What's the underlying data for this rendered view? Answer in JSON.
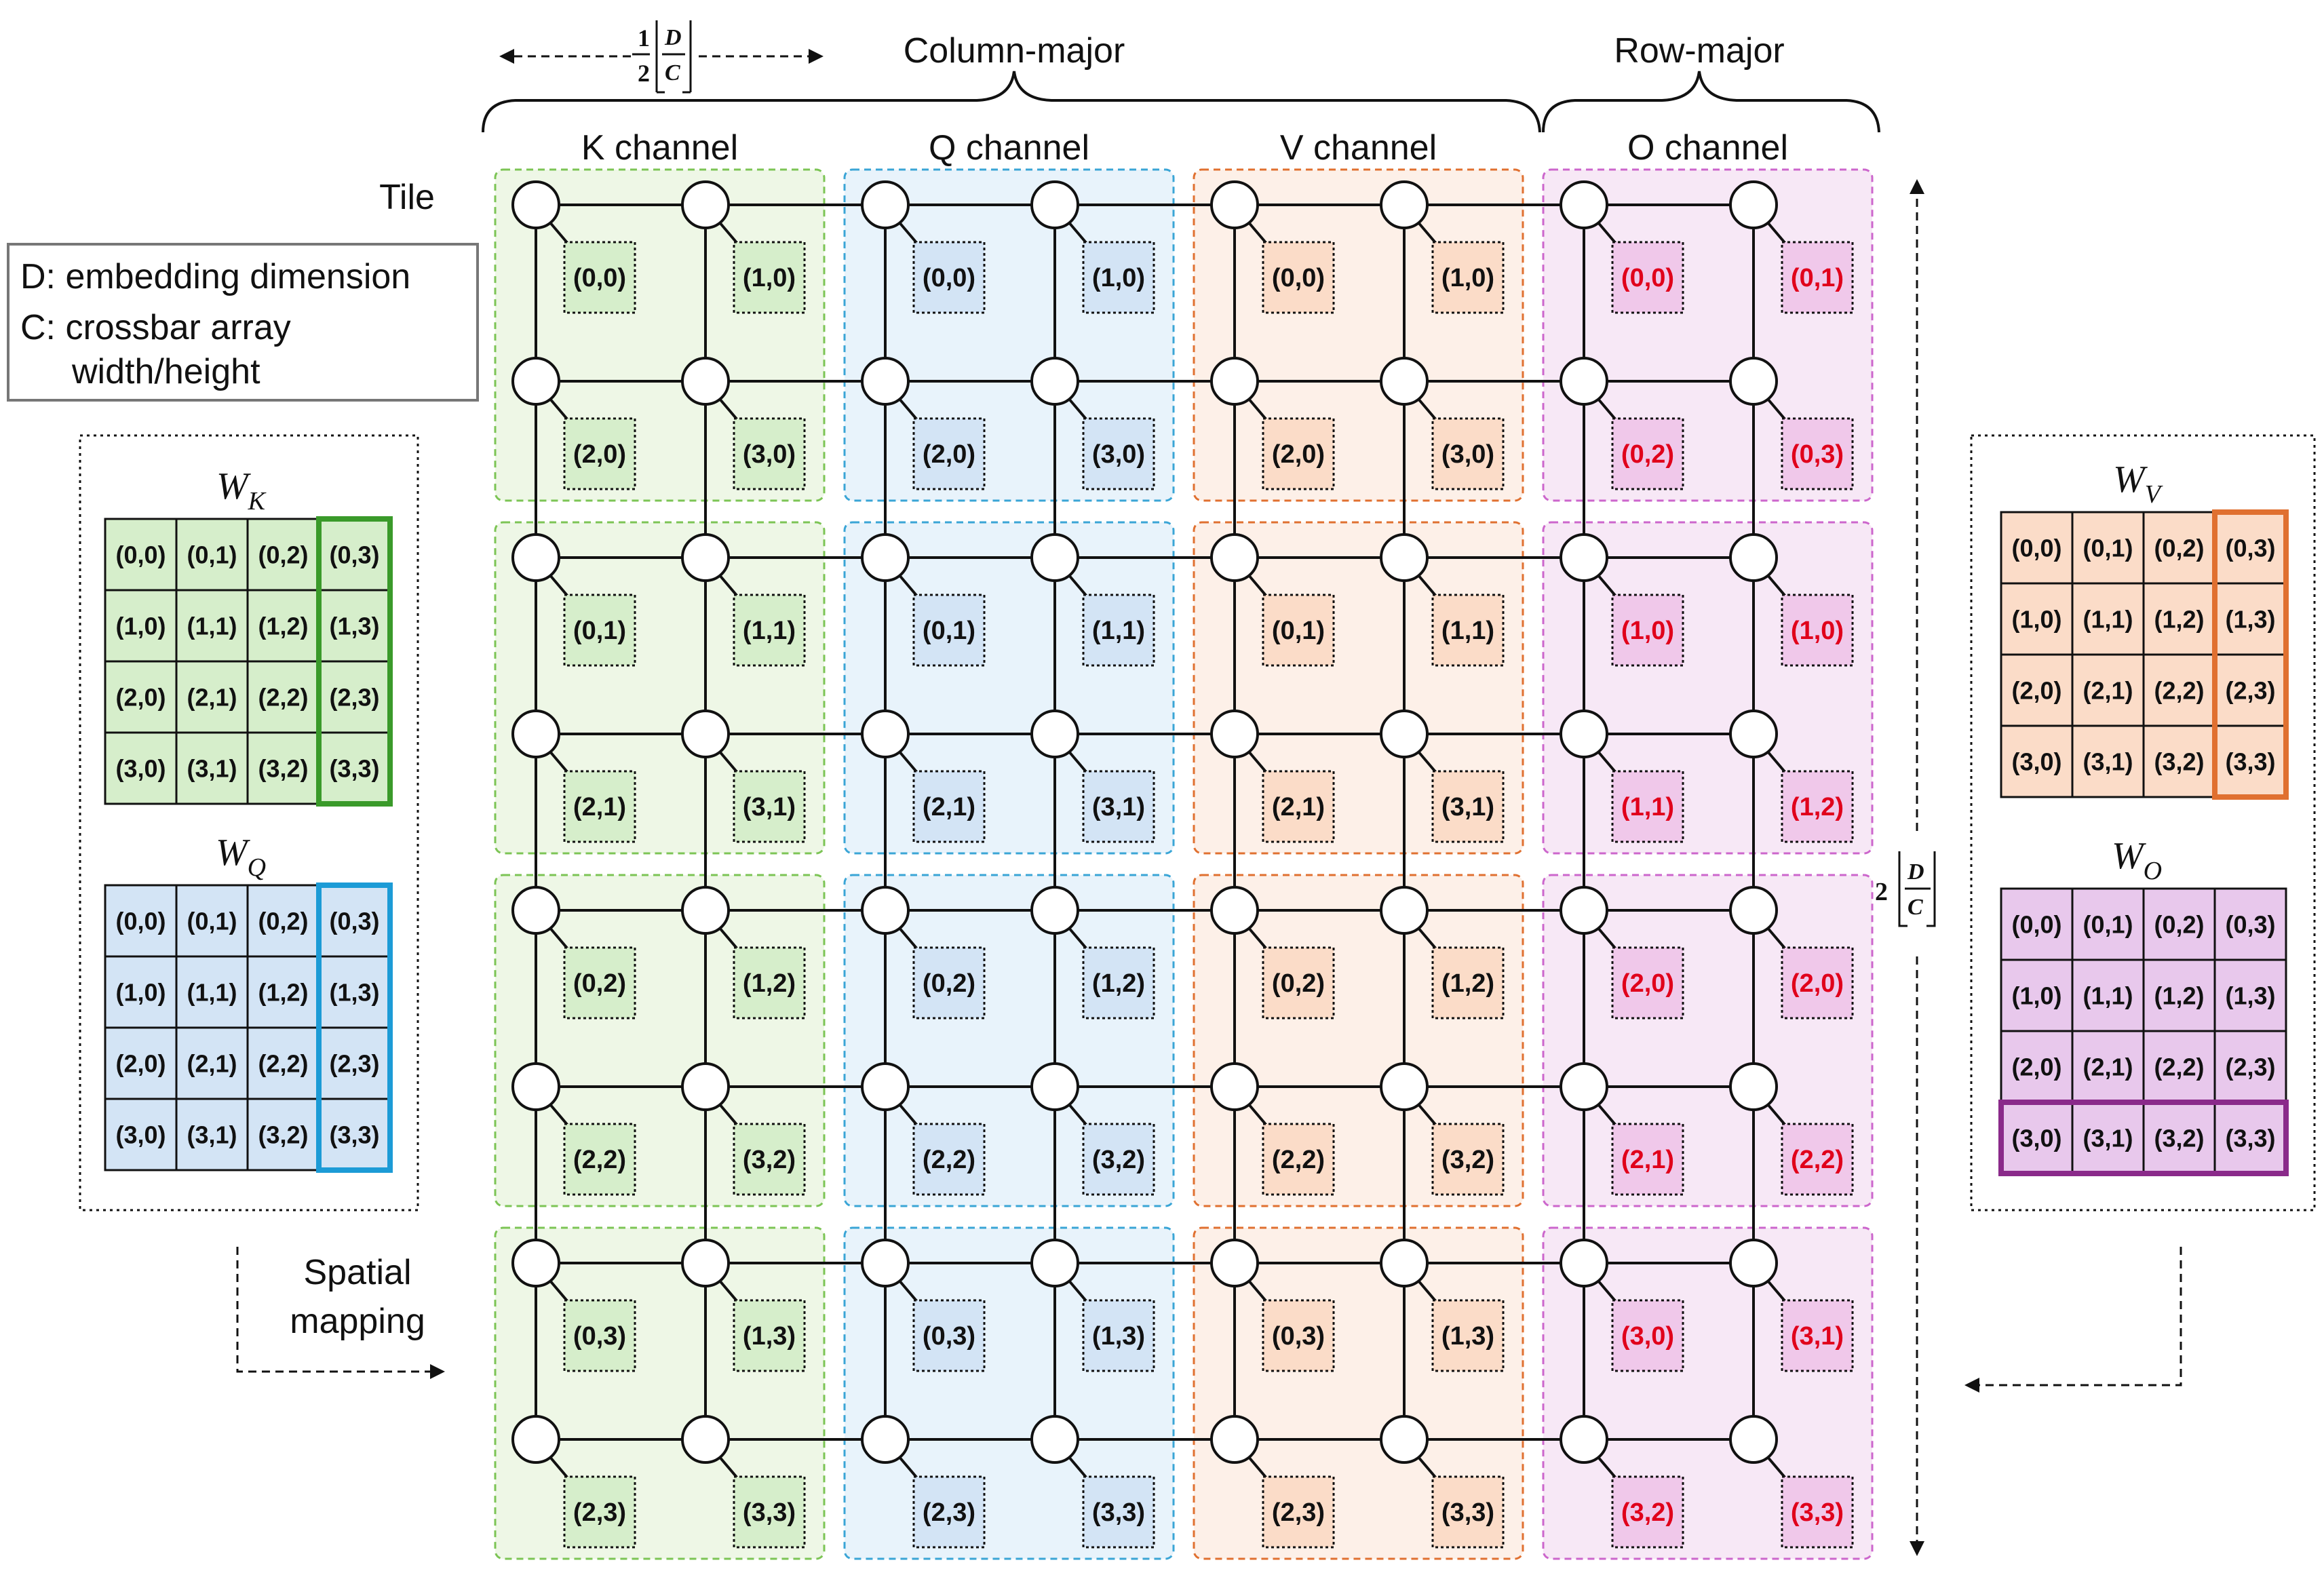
{
  "header": {
    "fraction_label": "1/2⌈D/C⌉",
    "column_major": "Column-major",
    "row_major": "Row-major",
    "tile": "Tile",
    "vertical_label": "2⌈D/C⌉"
  },
  "legend": {
    "line1": "D: embedding dimension",
    "line2": "C: crossbar array",
    "line3": "width/height"
  },
  "spatial_mapping": {
    "line1": "Spatial",
    "line2": "mapping"
  },
  "channels": [
    {
      "name": "K channel",
      "fill": "#eef7e6",
      "border": "#7cc455",
      "cell_fill": "#d6eecb",
      "red_text": false,
      "cells": [
        "(0,0)",
        "(1,0)",
        "(2,0)",
        "(3,0)",
        "(0,1)",
        "(1,1)",
        "(2,1)",
        "(3,1)",
        "(0,2)",
        "(1,2)",
        "(2,2)",
        "(3,2)",
        "(0,3)",
        "(1,3)",
        "(2,3)",
        "(3,3)"
      ]
    },
    {
      "name": "Q channel",
      "fill": "#e8f3fb",
      "border": "#3aa5d6",
      "cell_fill": "#d3e4f5",
      "red_text": false,
      "cells": [
        "(0,0)",
        "(1,0)",
        "(2,0)",
        "(3,0)",
        "(0,1)",
        "(1,1)",
        "(2,1)",
        "(3,1)",
        "(0,2)",
        "(1,2)",
        "(2,2)",
        "(3,2)",
        "(0,3)",
        "(1,3)",
        "(2,3)",
        "(3,3)"
      ]
    },
    {
      "name": "V channel",
      "fill": "#fdf0e8",
      "border": "#e07030",
      "cell_fill": "#fbdcc8",
      "red_text": false,
      "cells": [
        "(0,0)",
        "(1,0)",
        "(2,0)",
        "(3,0)",
        "(0,1)",
        "(1,1)",
        "(2,1)",
        "(3,1)",
        "(0,2)",
        "(1,2)",
        "(2,2)",
        "(3,2)",
        "(0,3)",
        "(1,3)",
        "(2,3)",
        "(3,3)"
      ]
    },
    {
      "name": "O channel",
      "fill": "#f7e8f6",
      "border": "#cc66cc",
      "cell_fill": "#f0c8ea",
      "red_text": true,
      "cells": [
        "(0,0)",
        "(0,1)",
        "(0,2)",
        "(0,3)",
        "(1,0)",
        "(1,0)",
        "(1,1)",
        "(1,2)",
        "(2,0)",
        "(2,0)",
        "(2,1)",
        "(2,2)",
        "(3,0)",
        "(3,1)",
        "(3,2)",
        "(3,3)"
      ]
    }
  ],
  "matrices": [
    {
      "title": "W",
      "sub": "K",
      "fill": "#d6eecb",
      "highlight": "column",
      "highlight_color": "#3a9a2a"
    },
    {
      "title": "W",
      "sub": "Q",
      "fill": "#d3e4f5",
      "highlight": "column",
      "highlight_color": "#1c9bd6"
    },
    {
      "title": "W",
      "sub": "V",
      "fill": "#fbdcc8",
      "highlight": "column",
      "highlight_color": "#e07030"
    },
    {
      "title": "W",
      "sub": "O",
      "fill": "#e8c8ec",
      "highlight": "row",
      "highlight_color": "#8a2a8a"
    }
  ],
  "matrix_cells": [
    [
      "(0,0)",
      "(0,1)",
      "(0,2)",
      "(0,3)"
    ],
    [
      "(1,0)",
      "(1,1)",
      "(1,2)",
      "(1,3)"
    ],
    [
      "(2,0)",
      "(2,1)",
      "(2,2)",
      "(2,3)"
    ],
    [
      "(3,0)",
      "(3,1)",
      "(3,2)",
      "(3,3)"
    ]
  ],
  "colors": {
    "red_text": "#e0001b",
    "wire": "#111111"
  }
}
